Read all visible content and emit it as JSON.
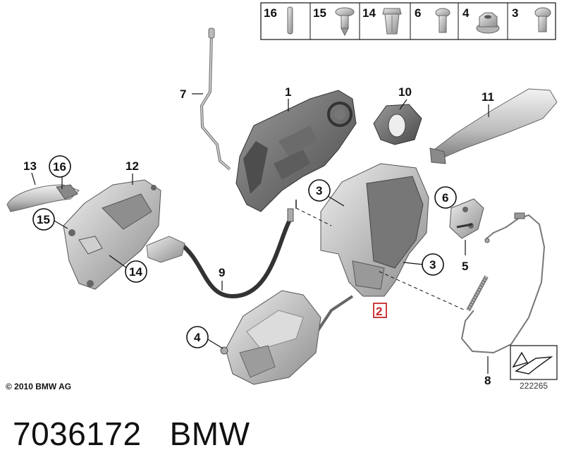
{
  "hardware_strip": [
    {
      "num": "16",
      "icon": "pin-icon"
    },
    {
      "num": "15",
      "icon": "torx-flange-screw-icon"
    },
    {
      "num": "14",
      "icon": "expanding-nut-icon"
    },
    {
      "num": "6",
      "icon": "torx-screw-icon"
    },
    {
      "num": "4",
      "icon": "hex-flange-nut-icon"
    },
    {
      "num": "3",
      "icon": "torx-screw-icon"
    }
  ],
  "callouts": {
    "c1": "1",
    "c2": "2",
    "c3a": "3",
    "c3b": "3",
    "c4": "4",
    "c5": "5",
    "c6": "6",
    "c7": "7",
    "c8": "8",
    "c9": "9",
    "c10": "10",
    "c11": "11",
    "c12": "12",
    "c13": "13",
    "c14": "14",
    "c15": "15",
    "c16": "16"
  },
  "copyright": "© 2010 BMW AG",
  "diagram_ref": "222265",
  "part_number": "7036172",
  "brand": "BMW",
  "colors": {
    "highlight": "#c62828",
    "part_fill": "#c8c8c8",
    "part_dark": "#8a8a8a"
  }
}
